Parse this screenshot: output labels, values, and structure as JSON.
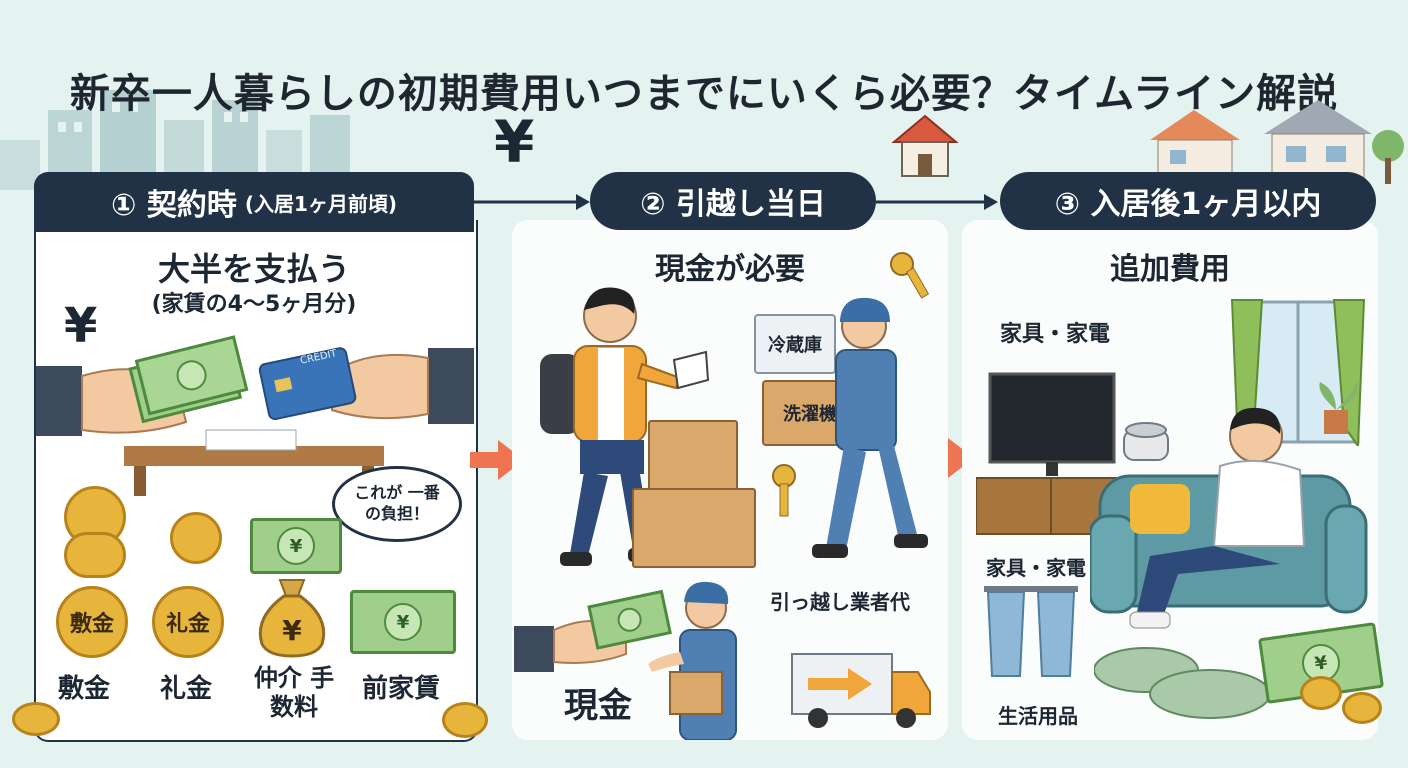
{
  "title": "新卒一人暮らしの初期費用いつまでにいくら必要？タイムライン解説",
  "steps": [
    {
      "badge": "① 契約時",
      "badge_note": "(入居1ヶ月前頃)",
      "headline": "大半を支払う",
      "subline": "(家賃の4〜5ヶ月分)",
      "speech": "これが 一番の負担！",
      "items": [
        "敷金",
        "礼金",
        "仲介 手数料",
        "前家賃"
      ],
      "coin_labels": [
        "敷金",
        "礼金"
      ],
      "card_text": "CREDIT"
    },
    {
      "badge": "② 引越し当日",
      "headline": "現金が必要",
      "appliance_tags": [
        "冷蔵庫",
        "洗濯機"
      ],
      "mover_label": "引っ越し業者代",
      "cash_label": "現金"
    },
    {
      "badge": "③ 入居後1ヶ月以内",
      "headline": "追加費用",
      "labels": [
        "家具・家電",
        "家具・家電",
        "生活用品"
      ]
    }
  ],
  "yen_symbol": "¥",
  "colors": {
    "navy": "#213246",
    "arrow": "#ef7452",
    "coin": "#e8b53c",
    "bill": "#9fcf8a",
    "box": "#d9a86a",
    "background": "#e4f2f0"
  }
}
